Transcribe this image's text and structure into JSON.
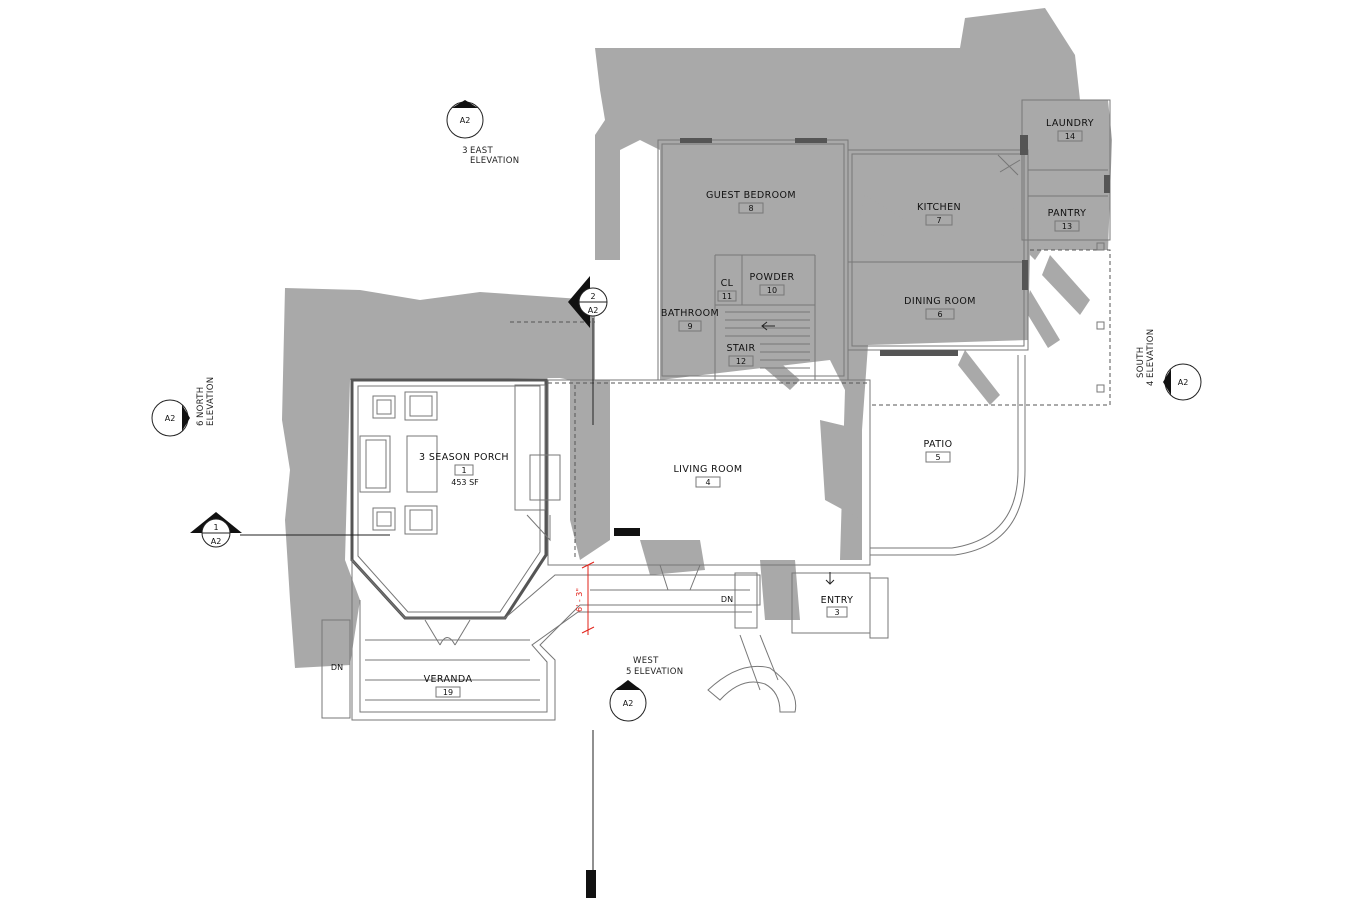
{
  "rooms": [
    {
      "name": "3 SEASON PORCH",
      "number": "1",
      "area": "453 SF"
    },
    {
      "name": "ENTRY",
      "number": "3"
    },
    {
      "name": "LIVING ROOM",
      "number": "4"
    },
    {
      "name": "PATIO",
      "number": "5"
    },
    {
      "name": "DINING ROOM",
      "number": "6"
    },
    {
      "name": "KITCHEN",
      "number": "7"
    },
    {
      "name": "GUEST BEDROOM",
      "number": "8"
    },
    {
      "name": "BATHROOM",
      "number": "9"
    },
    {
      "name": "POWDER",
      "number": "10"
    },
    {
      "name": "CL",
      "number": "11"
    },
    {
      "name": "STAIR",
      "number": "12"
    },
    {
      "name": "PANTRY",
      "number": "13"
    },
    {
      "name": "LAUNDRY",
      "number": "14"
    },
    {
      "name": "VERANDA",
      "number": "19"
    }
  ],
  "elevations": {
    "east": {
      "number": "3",
      "line1": "EAST",
      "line2": "ELEVATION",
      "sheet": "A2"
    },
    "north": {
      "number": "6",
      "line1": "NORTH",
      "line2": "ELEVATION",
      "sheet": "A2"
    },
    "south": {
      "number": "4",
      "line1": "SOUTH",
      "line2": "ELEVATION",
      "sheet": "A2"
    },
    "west": {
      "number": "5",
      "line1": "WEST",
      "line2": "ELEVATION",
      "sheet": "A2"
    }
  },
  "sections": [
    {
      "number": "1",
      "sheet": "A2"
    },
    {
      "number": "2",
      "sheet": "A2"
    }
  ],
  "annotations": {
    "dimension": "6' - 3\"",
    "dn_left": "DN",
    "dn_right": "DN"
  }
}
